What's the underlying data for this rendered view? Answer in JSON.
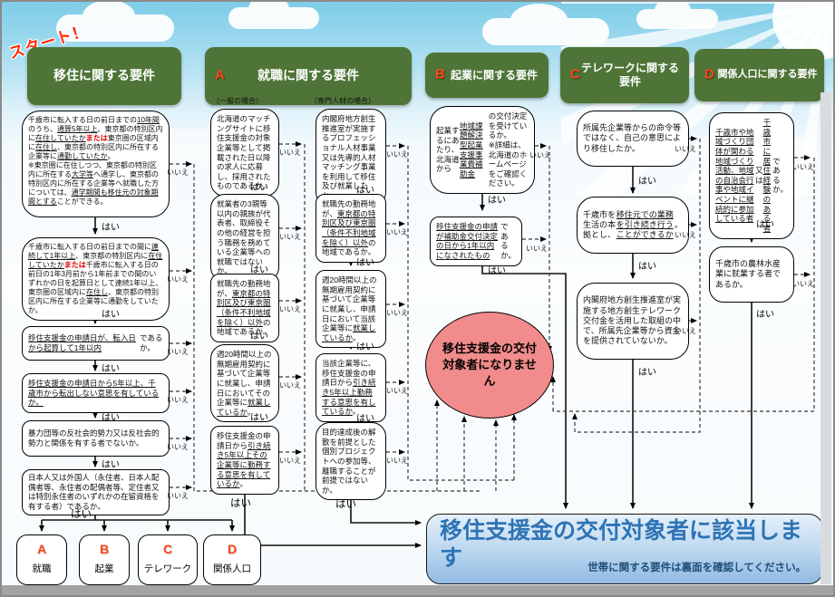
{
  "page": {
    "start_label": "スタート！"
  },
  "labels": {
    "yes": "はい",
    "no": "いいえ"
  },
  "headers": [
    {
      "letter": "",
      "title": "移住に関する要件"
    },
    {
      "letter": "A",
      "title": "就職に関する要件"
    },
    {
      "letter": "B",
      "title": "起業に関する要件"
    },
    {
      "letter": "C",
      "title": "テレワークに関する要件"
    },
    {
      "letter": "D",
      "title": "関係人口に関する要件"
    }
  ],
  "columns": {
    "migration": {
      "boxes": [
        "千歳市に転入する日の前日までの<u>10年間</u>のうち、<u>通算5年以上</u>、東京都の特別区内に<u>在住していたか</u><b>または</b>東京圏の区域内に<u>在住し</u>、東京都の特別区内に所在する企業等に<u>通勤していたか</u>。<br>※東京圏に在住しつつ、東京都の特別区内に所在する<u>大学等</u>へ通学し、東京都の特別区内に所在する企業等へ就職した方については、<u>通学期間も移住元の対象期間とする</u>ことができる。",
        "千歳市に転入する日の前日までの間に<u>連続して1年以上</u>、東京都の特別区内に<u>在住していたか</u><b>または</b>千歳市に転入する日の前日の1年3月前から1年前までの間のいずれかの日を起算日として連続1年以上、東京圏の区域内に<u>在住し</u>、東京都の特別区内に所在する企業等に通勤をしていたか。",
        "<u>移住支援金の申請日が、転入日から起算して1年以内</u>であるか。",
        "<u>移住支援金の申請日から5年以上、千歳市から転出しない意思を有しているか。</u>",
        "暴力団等の反社会的勢力又は反社会的勢力と関係を有する者でないか。",
        "日本人又は外国人（永住者、日本人配偶者等、永住者の配偶者等、定住者又は特別永住者のいずれかの在留資格を有する者）であるか。"
      ]
    },
    "employment_general": {
      "label": "（一般の場合）",
      "boxes": [
        "北海道のマッチングサイトに移住支援金の対象企業等として掲載された日以降の求人に応募し、採用されたものであるか。",
        "就業者の3親等以内の親族が代表者、取締役その他の経営を担う職務を務めている企業等への就職ではないか。",
        "就職先の勤務地が、<u>東京都の特別区及び東京圏（条件不利地域を除く）以外</u>の地域であるか。",
        "週20時間以上の無期雇用契約に基づいて企業等に就業し、申請日においてその企業等に<u>就業しているか</u>。",
        "移住支援金の申請日から<u>引き続き5年以上その企業等に勤務する意思を有しているか</u>。"
      ]
    },
    "employment_specialist": {
      "label": "（専門人材の場合）",
      "boxes": [
        "内閣府地方創生推進室が実施するプロフェッショナル人材事業又は先導的人材マッチング事業を利用して移住及び就業したか。",
        "就職先の勤務地が、<u>東京都の特別区及び東京圏（条件不利地域を除く）以外</u>の地域であるか。",
        "週20時間以上の無期雇用契約に基づいて企業等に就業し、申請日において当該企業等に<u>就業しているか</u>。",
        "当該企業等に、移住支援金の申請日から<u>引き続き5年以上勤務する意思を有しているか</u>。",
        "目的達成後の解散を前提とした個別プロジェクトへの参加等、離職することが前提ではないか。"
      ]
    },
    "startup": {
      "boxes": [
        "起業するにあたり、北海道から<u>地域課題解決型起業支援事業費補助金</u>の交付決定を受けているか。<br>※詳細は、北海道のホームページをご確認ください。",
        "<u>移住支援金の申請が補助金交付決定の日から1年以内になされたもの</u>であるか。"
      ]
    },
    "telework": {
      "boxes": [
        "所属先企業等からの命令等ではなく、自己の意思により移住したか。",
        "千歳市を生活の本拠とし、<u>移住元での業務を引き続き行うことができるか</u>。",
        "内閣府地方創生推進室が実施する地方創生テレワーク交付金を活用した取組の中で、所属先企業等から資金を提供されていないか。"
      ]
    },
    "related_population": {
      "boxes": [
        "<u>千歳市や地域づくり団体が関わる地域づくり活動、地域の自治会行事や地域イベントに継続的に参加している者</u>又は<u>千歳市に居住経験のある者</u>であるか。",
        "千歳市の農林水産業に就業する者であるか。"
      ]
    }
  },
  "categories": [
    {
      "letter": "A",
      "label": "就職"
    },
    {
      "letter": "B",
      "label": "起業"
    },
    {
      "letter": "C",
      "label": "テレワーク"
    },
    {
      "letter": "D",
      "label": "関係人口"
    }
  ],
  "fail_text": "移住支援金の交付対象者になりません",
  "success": {
    "title": "移住支援金の交付対象者に該当します",
    "note": "世帯に関する要件は裏面を確認してください。"
  },
  "colors": {
    "header_green": "#4e7537",
    "letter_orange": "#ff4519",
    "fail_red": "#f28b8b",
    "success_blue": "#2e74b5",
    "keyword_red": "#e00000"
  }
}
